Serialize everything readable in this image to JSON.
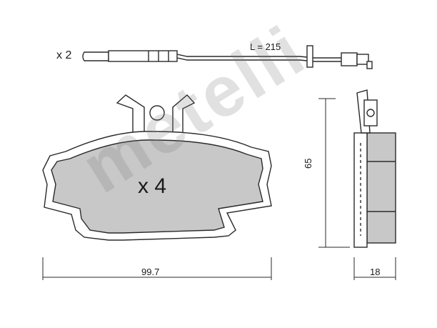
{
  "sensor": {
    "quantity": "x 2",
    "length_label": "L = 215"
  },
  "pad": {
    "quantity": "x 4"
  },
  "dimensions": {
    "width": "99.7",
    "height": "65",
    "thickness": "18"
  },
  "brand": {
    "watermark": "metelli"
  },
  "colors": {
    "pad_fill": "#c8c8c8",
    "line": "#2a2a2a",
    "watermark": "#b0b0b0"
  }
}
